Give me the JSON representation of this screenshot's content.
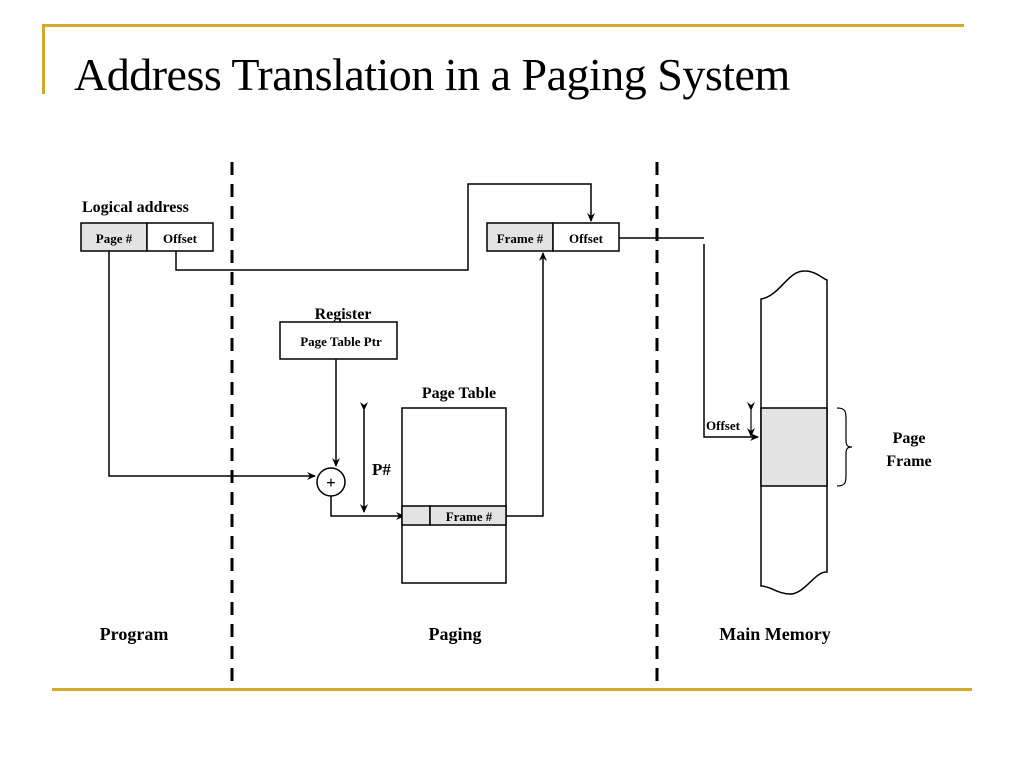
{
  "slide": {
    "title": "Address Translation in a Paging System",
    "accent_color": "#D4A82A"
  },
  "diagram": {
    "logical_address": {
      "label": "Logical address",
      "fields": [
        "Page #",
        "Offset"
      ]
    },
    "physical_address": {
      "fields": [
        "Frame #",
        "Offset"
      ]
    },
    "register": {
      "label": "Register",
      "content": "Page Table Ptr"
    },
    "adder": {
      "symbol": "+"
    },
    "page_table": {
      "label": "Page Table",
      "entry": "Frame #",
      "index_label": "P#"
    },
    "main_memory": {
      "offset_label": "Offset",
      "frame_label_line1": "Page",
      "frame_label_line2": "Frame"
    },
    "regions": [
      "Program",
      "Paging",
      "Main Memory"
    ],
    "shade_color": "#E3E3E3"
  }
}
